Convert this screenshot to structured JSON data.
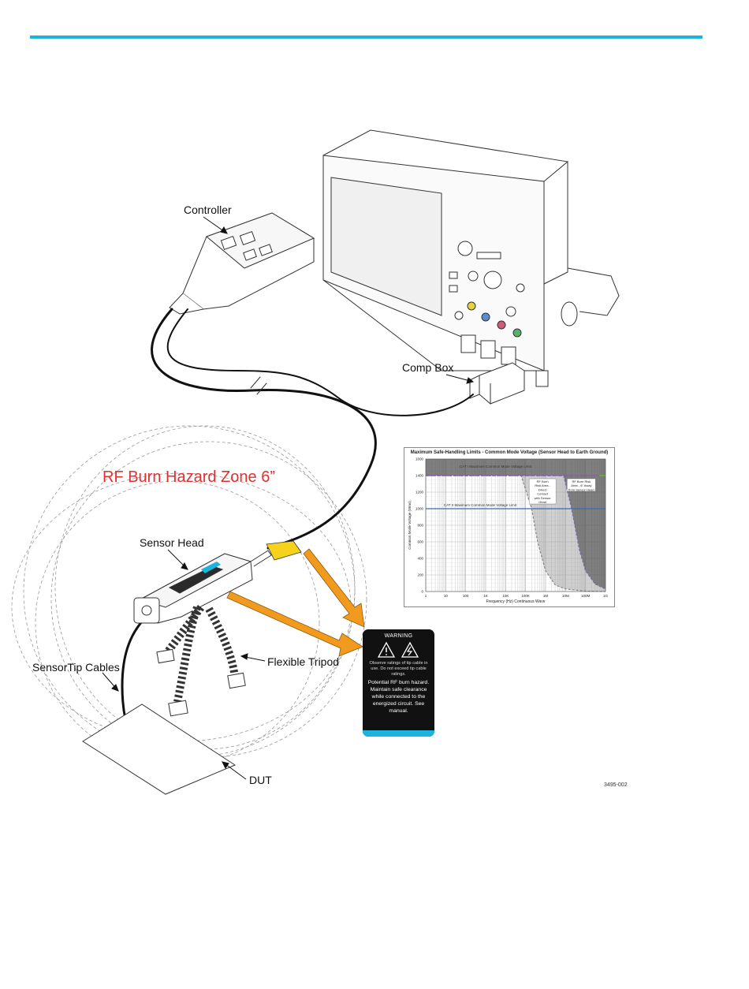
{
  "colors": {
    "accent_rule": "#1ab4dc",
    "hazard_text": "#e03030",
    "arrow_orange": "#f29a1d",
    "warning_stripe": "#1ab4dc",
    "tag_yellow": "#f6d21a",
    "chart_blue": "#3a6ab0",
    "chart_purple": "#8a5ab0",
    "chart_green": "#6aaa3a"
  },
  "callouts": {
    "controller": "Controller",
    "comp_box": "Comp Box",
    "sensor_head": "Sensor Head",
    "flexible_tripod": "Flexible Tripod",
    "sensortip_cables": "SensorTip Cables",
    "dut": "DUT"
  },
  "hazard_zone": "RF Burn Hazard Zone 6”",
  "figure_number": "3495-002",
  "warning_label": {
    "title": "WARNING",
    "icons": [
      "caution-triangle-icon",
      "shock-hazard-icon"
    ],
    "text_small": "Observe ratings of tip cable in use. Do not exceed tip cable ratings.",
    "text_main": "Potential RF burn hazard. Maintain safe clearance while connected to the energized circuit. See manual."
  },
  "chart_data": {
    "type": "area",
    "title": "Maximum Safe-Handling Limits - Common Mode Voltage (Sensor Head to Earth Ground)",
    "xlabel": "Frequency (Hz) Continuous Wave",
    "ylabel": "Common Mode Voltage (Vrms)",
    "xscale": "log",
    "x_ticks": [
      "1",
      "10",
      "100",
      "1K",
      "10K",
      "100K",
      "1M",
      "10M",
      "100M",
      "1G"
    ],
    "y_ticks": [
      0,
      200,
      400,
      600,
      800,
      1000,
      1200,
      1400,
      1600
    ],
    "ylim": [
      0,
      1600
    ],
    "grid": true,
    "reference_lines": [
      {
        "label": "CAT I Maximum Common Mode Voltage Limit",
        "value": 1400
      },
      {
        "label": "CAT II Maximum Common Mode Voltage Limit",
        "value": 1000
      }
    ],
    "series": [
      {
        "name": "RF Burn Risk Area - Direct Contact with Sensor Head",
        "x": [
          1,
          10,
          100,
          1000,
          10000,
          60000,
          200000,
          400000,
          1000000,
          3000000,
          10000000,
          100000000,
          1000000000
        ],
        "y": [
          1400,
          1400,
          1400,
          1400,
          1400,
          1400,
          1000,
          600,
          250,
          80,
          30,
          5,
          0
        ]
      },
      {
        "name": "RF Burn Risk Area - 6\" Away from Sensor Head",
        "x": [
          1,
          10,
          100,
          1000,
          10000,
          100000,
          1000000,
          8000000,
          20000000,
          50000000,
          100000000,
          300000000,
          1000000000
        ],
        "y": [
          1400,
          1400,
          1400,
          1400,
          1400,
          1400,
          1400,
          1400,
          1000,
          500,
          250,
          90,
          30
        ]
      }
    ]
  }
}
